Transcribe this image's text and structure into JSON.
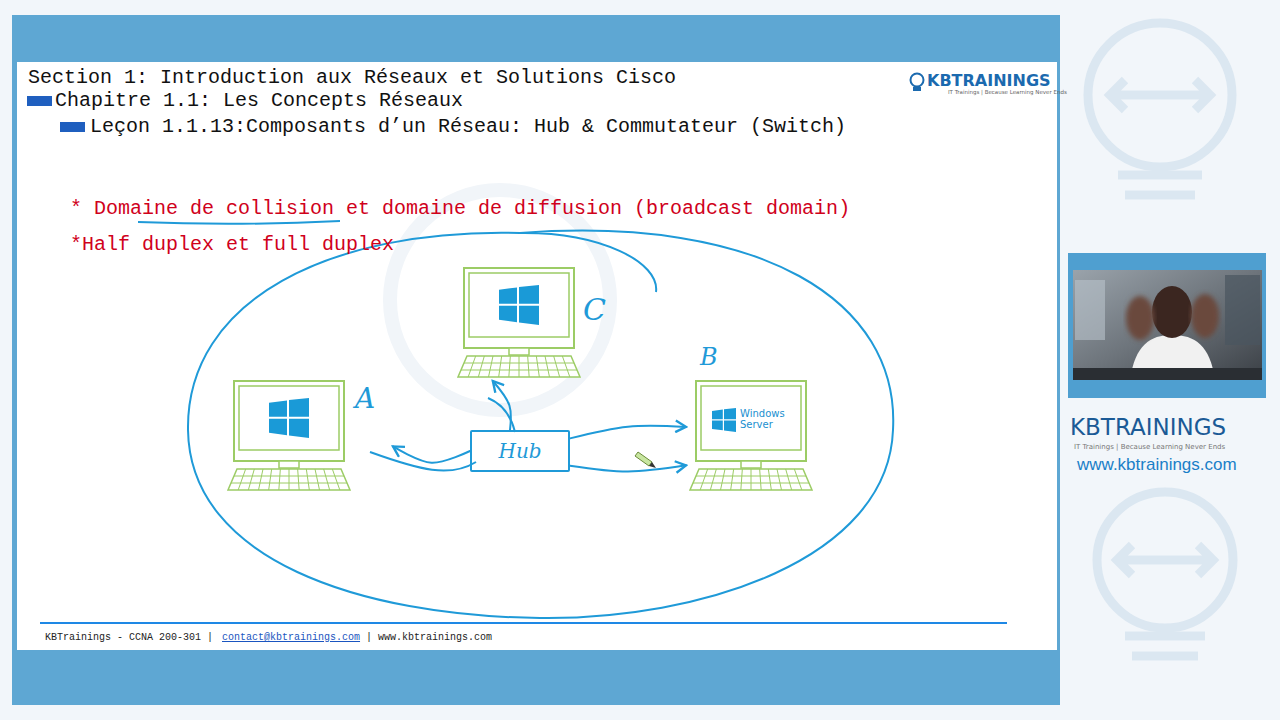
{
  "diagram": {
    "title": "Section 1: Introduction aux Réseaux et Solutions Cisco",
    "nodes": [
      {
        "text": [
          "C"
        ]
      },
      {
        "text": [
          "A"
        ]
      },
      {
        "text": [
          "Hub"
        ]
      },
      {
        "text": [
          "B",
          "Windows Server"
        ]
      }
    ],
    "edges": [
      {
        "from": 2,
        "to": 1,
        "arrow": "to"
      },
      {
        "from": 2,
        "to": 0,
        "arrow": "to"
      },
      {
        "from": 2,
        "to": 3,
        "arrow": "to"
      },
      {
        "from": 2,
        "to": 3,
        "arrow": "to"
      }
    ],
    "labels": [
      "Chapitre 1.1: Les Concepts Réseaux",
      "Leçon 1.1.13:Composants d’un Réseau: Hub & Commutateur (Switch)",
      "* Domaine de collision et domaine de diffusion (broadcast domain)",
      "*Half duplex et full duplex",
      "KBTRAININGS",
      "IT Trainings | Because Learning Never Ends",
      "KBTrainings - CCNA 200-301 |",
      "contact@kbtrainings.com",
      "| www.kbtrainings.com",
      "KBTRAININGS",
      "IT Trainings | Because Learning Never Ends",
      "www.kbtrainings.com"
    ]
  }
}
